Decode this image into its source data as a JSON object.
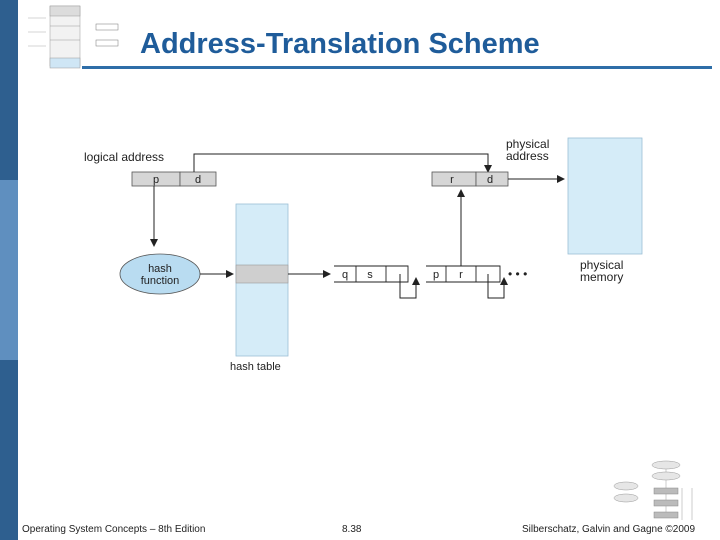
{
  "slide": {
    "title": "Address-Translation Scheme",
    "footer_left": "Operating System Concepts – 8th Edition",
    "footer_center": "8.38",
    "footer_right": "Silberschatz, Galvin and Gagne ©2009"
  },
  "diagram": {
    "logical_address_label": "logical address",
    "physical_address_label": [
      "physical",
      "address"
    ],
    "physical_memory_label": [
      "physical",
      "memory"
    ],
    "hash_function_label": [
      "hash",
      "function"
    ],
    "hash_table_label": "hash table",
    "logical_fields": [
      "p",
      "d"
    ],
    "physical_fields": [
      "r",
      "d"
    ],
    "chain_entry_1": [
      "q",
      "s"
    ],
    "chain_entry_2": [
      "p",
      "r"
    ],
    "ellipsis": "• • •"
  },
  "colors": {
    "accent": "#1f5c9a",
    "side_bar": "#2e5f8f",
    "memory_fill": "#d5ecf8",
    "field_fill": "#d6d6d6",
    "hash_fill": "#b9dcf1"
  }
}
